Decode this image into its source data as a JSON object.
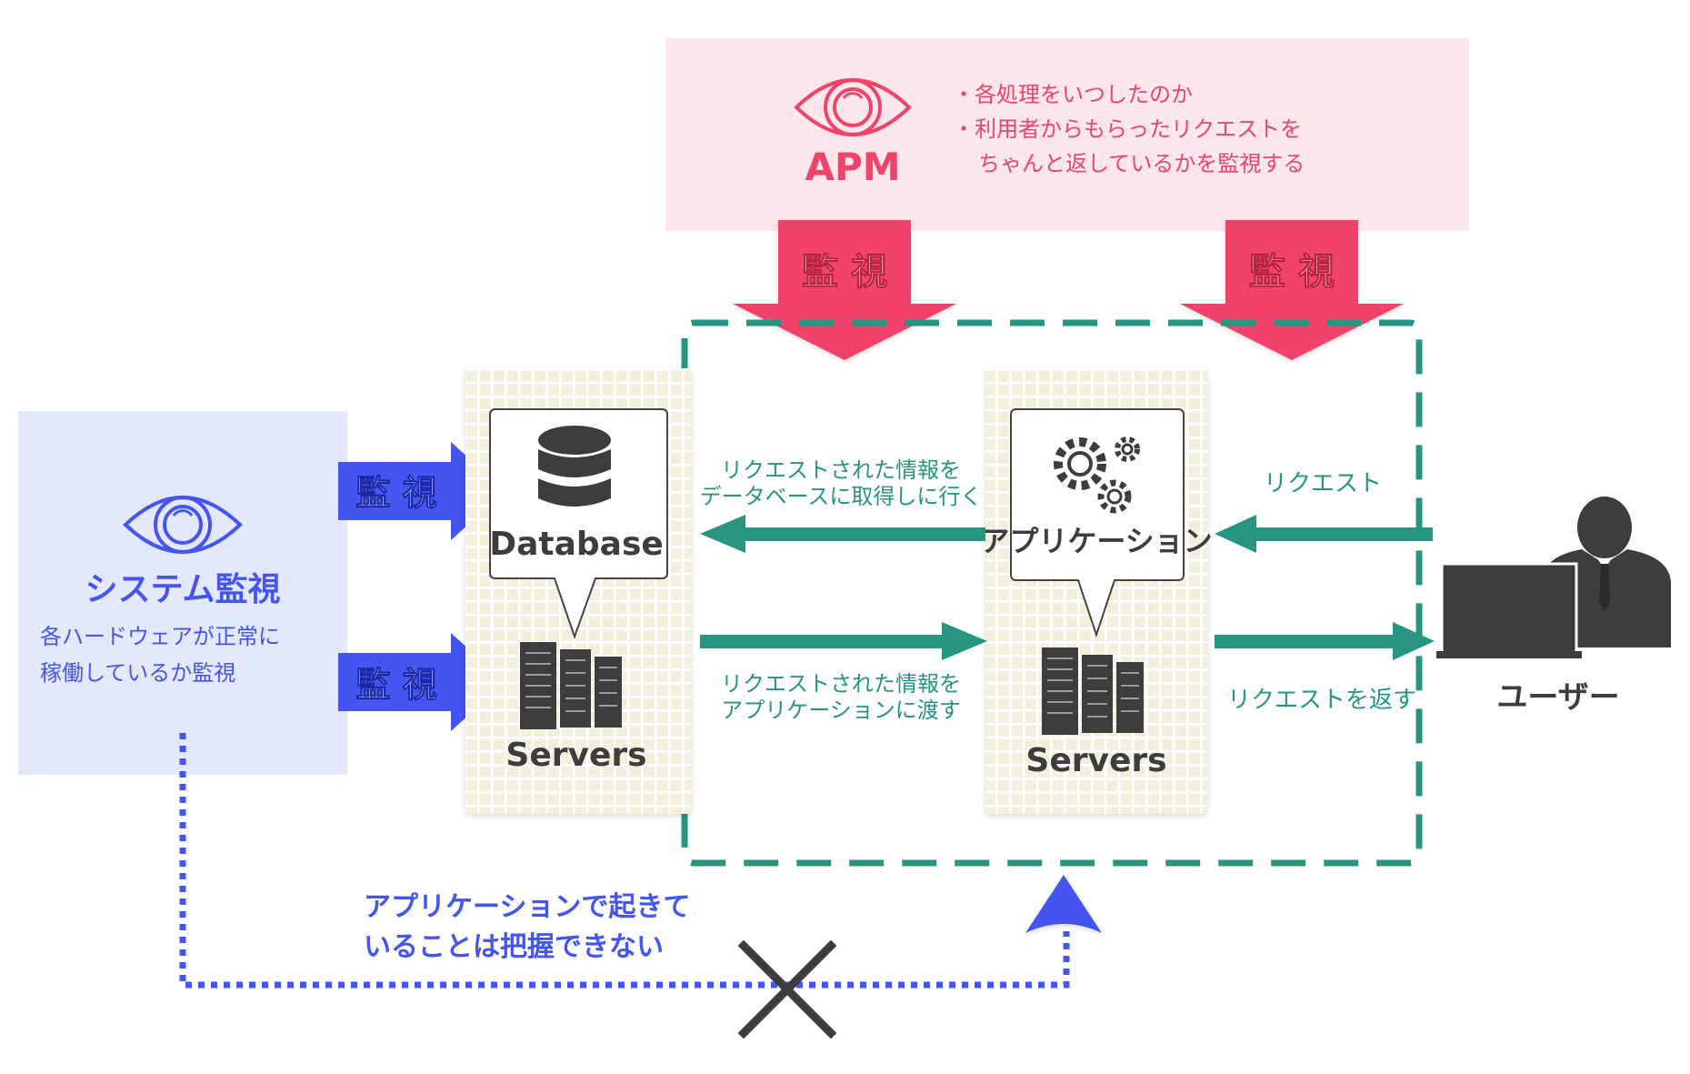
{
  "apm": {
    "title": "APM",
    "bullet1": "・各処理をいつしたのか",
    "bullet2": "・利用者からもらったリクエストを",
    "bullet3": "ちゃんと返しているかを監視する",
    "monitor_label": "監 視"
  },
  "system_monitoring": {
    "title": "システム監視",
    "desc_line1": "各ハードウェアが正常に",
    "desc_line2": "稼働しているか監視",
    "monitor_label": "監 視"
  },
  "db_column": {
    "database_label": "Database",
    "servers_label": "Servers"
  },
  "app_column": {
    "application_label": "アプリケーション",
    "servers_label": "Servers"
  },
  "flows": {
    "to_db_line1": "リクエストされた情報を",
    "to_db_line2": "データベースに取得しに行く",
    "to_app_line1": "リクエストされた情報を",
    "to_app_line2": "アプリケーションに渡す",
    "request": "リクエスト",
    "return_request": "リクエストを返す"
  },
  "user": {
    "label": "ユーザー"
  },
  "note": {
    "line1": "アプリケーションで起きて",
    "line2": "いることは把握できない"
  },
  "colors": {
    "apm_pink": "#f0436a",
    "apm_bg": "#fde7ec",
    "system_blue": "#4455f0",
    "system_bg": "#e4e8fd",
    "teal": "#27957f",
    "dark": "#3d3d3d",
    "grid_bg": "#f4efdc"
  }
}
